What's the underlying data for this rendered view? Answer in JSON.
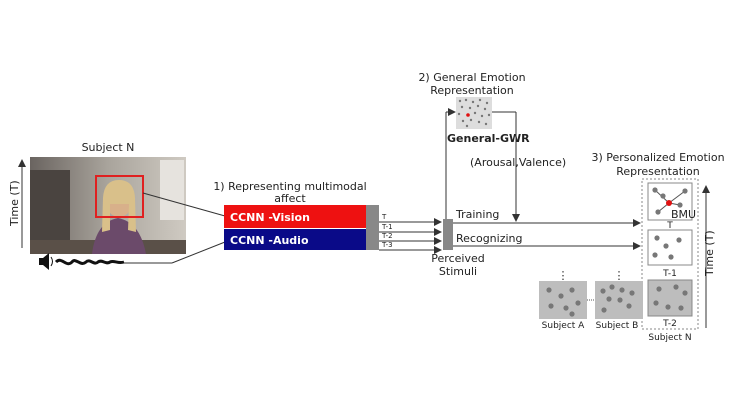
{
  "labels": {
    "subject_n_top": "Subject N",
    "time_axis_left": "Time (T)",
    "step1_line1": "1) Representing multimodal",
    "step1_line2": "affect",
    "ccnn_vision": "CCNN -Vision",
    "ccnn_audio": "CCNN -Audio",
    "time_steps": [
      "T",
      "T-1",
      "T-2",
      "T-3"
    ],
    "perceived_line1": "Perceived",
    "perceived_line2": "Stimuli",
    "training": "Training",
    "recognizing": "Recognizing",
    "step2_line1": "2) General Emotion",
    "step2_line2": "Representation",
    "general_gwr": "General-GWR",
    "arousal_valence": "(Arousal,Valence)",
    "step3_line1": "3) Personalized Emotion",
    "step3_line2": "Representation",
    "bmu": "BMU",
    "personal_time_labels": [
      "T",
      "T-1",
      "T-2"
    ],
    "time_axis_right": "Time (T)",
    "subject_a": "Subject A",
    "subject_b": "Subject B",
    "subject_n_bottom": "Subject N",
    "ellipsis": "⋮"
  },
  "colors": {
    "vision_bar": "#ee1111",
    "audio_bar": "#0a0a88",
    "face_box": "#e02020",
    "bmu_node": "#e01010",
    "node_gray": "#777777",
    "panel_gray": "#bdbdbd"
  },
  "icons": [
    "speaker-icon"
  ]
}
